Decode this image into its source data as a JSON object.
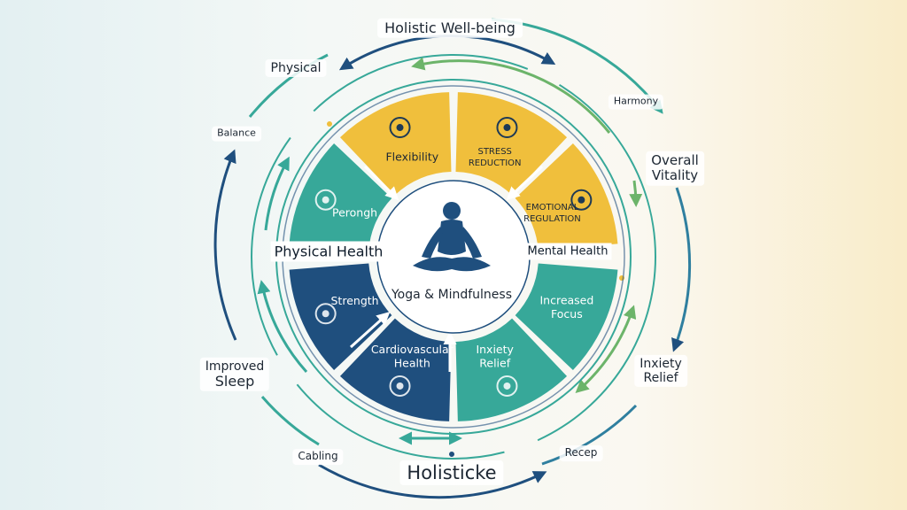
{
  "diagram": {
    "title": "Holistic Well-being",
    "bottom_title": "Holisticke",
    "center_label": "Yoga & Mindfulness",
    "left_category": "Physical Health",
    "right_category": "Mental Health",
    "segments": [
      {
        "label": "Flexibility",
        "icon": "yoga-pose-icon",
        "color": "#f0bf3c"
      },
      {
        "label": "STRESS REDUCTION",
        "label_lines": [
          "STRESS",
          "REDUCTION"
        ],
        "icon": "brain-icon",
        "color": "#f0bf3c"
      },
      {
        "label": "EMOTIONAL REGULATION",
        "label_lines": [
          "EMOTIONAL",
          "REGULATION"
        ],
        "icon": "checklist-icon",
        "color": "#f0bf3c"
      },
      {
        "label": "Increased Focus",
        "label_lines": [
          "Increased",
          "Focus"
        ],
        "icon": "",
        "color": "#37a899"
      },
      {
        "label": "Inxiety Relief",
        "label_lines": [
          "Inxiety",
          "Relief"
        ],
        "icon": "target-icon",
        "color": "#37a899"
      },
      {
        "label": "Cardiovascular Health",
        "label_lines": [
          "Cardiovascular",
          "Health"
        ],
        "icon": "heart-icon",
        "color": "#1f4f7e"
      },
      {
        "label": "Strength",
        "icon": "muscle-icon",
        "color": "#1f4f7e"
      },
      {
        "label": "Perongh",
        "icon": "lungs-icon",
        "color": "#37a899"
      }
    ],
    "outer_labels": {
      "physical": "Physical",
      "balance": "Balance",
      "harmony": "Harmony",
      "overall_vitality": [
        "Overall",
        "Vitality"
      ],
      "improved_sleep": [
        "Improved",
        "Sleep"
      ],
      "inxiety_relief": [
        "Inxiety",
        "Relief"
      ],
      "cabling": "Cabling",
      "recep": "Recep"
    },
    "colors": {
      "navy": "#1f4f7e",
      "teal": "#37a899",
      "gold": "#f0bf3c",
      "green": "#6cb46a"
    }
  }
}
